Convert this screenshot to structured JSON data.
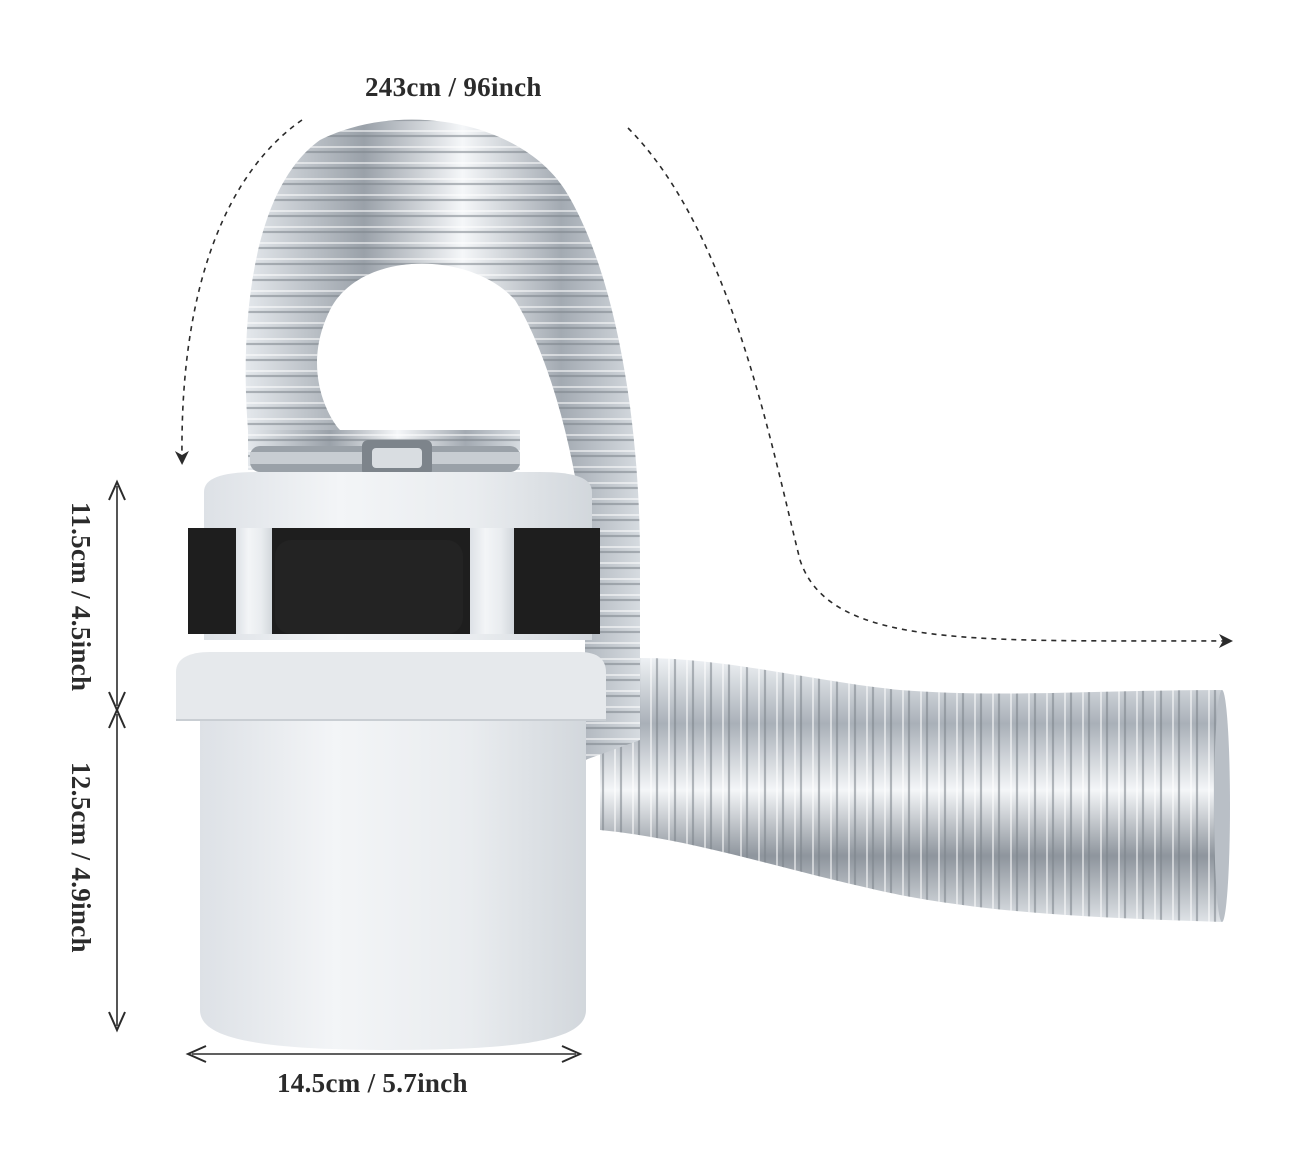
{
  "dimensions": {
    "hose_length": "243cm / 96inch",
    "top_height": "11.5cm / 4.5inch",
    "bottom_height": "12.5cm / 4.9inch",
    "width": "14.5cm / 5.7inch"
  },
  "colors": {
    "background": "#ffffff",
    "bucket": "#e8ebef",
    "foam": "#1c1c1c",
    "hose": "#c7ccd2",
    "dimension_lines": "#2b2b2b"
  }
}
